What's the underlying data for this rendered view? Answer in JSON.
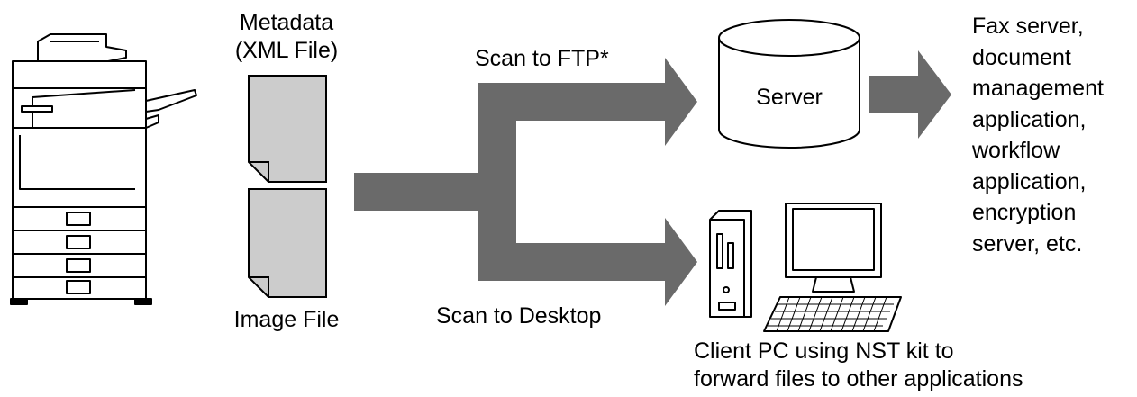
{
  "labels": {
    "metadata": [
      "Metadata",
      "(XML File)"
    ],
    "image_file": "Image File",
    "scan_to_ftp": "Scan to FTP*",
    "scan_to_desktop": "Scan to Desktop",
    "server": "Server",
    "destinations": [
      "Fax server,",
      "document",
      "management",
      "application,",
      "workflow",
      "application,",
      "encryption",
      "server, etc."
    ],
    "client_pc": [
      "Client PC using NST kit to",
      "forward files to other applications"
    ]
  },
  "colors": {
    "arrow": "#6a6a6a",
    "document_fill": "#cccccc",
    "outline": "#000000"
  }
}
